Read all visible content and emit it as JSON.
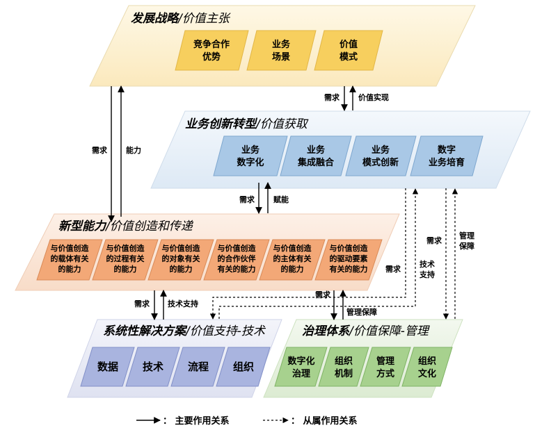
{
  "layers": {
    "strategy": {
      "title_bold": "发展战略",
      "title_rest": "/价值主张",
      "boxes": [
        [
          "竞争合作",
          "优势"
        ],
        [
          "业务",
          "场景"
        ],
        [
          "价值",
          "模式"
        ]
      ]
    },
    "business": {
      "title_bold": "业务创新转型",
      "title_rest": "/价值获取",
      "boxes": [
        [
          "业务",
          "数字化"
        ],
        [
          "业务",
          "集成融合"
        ],
        [
          "业务",
          "模式创新"
        ],
        [
          "数字",
          "业务培育"
        ]
      ]
    },
    "capability": {
      "title_bold": "新型能力",
      "title_rest": "/价值创造和传递",
      "boxes": [
        [
          "与价值创造",
          "的载体有关",
          "的能力"
        ],
        [
          "与价值创造",
          "的过程有关",
          "的能力"
        ],
        [
          "与价值创造",
          "的对象有关",
          "的能力"
        ],
        [
          "与价值创造",
          "的合作伙伴",
          "有关的能力"
        ],
        [
          "与价值创造",
          "的主体有关",
          "的能力"
        ],
        [
          "与价值创造",
          "的驱动要素",
          "有关的能力"
        ]
      ]
    },
    "solution": {
      "title_bold": "系统性解决方案",
      "title_rest": "/价值支持-技术",
      "boxes": [
        "数据",
        "技术",
        "流程",
        "组织"
      ]
    },
    "governance": {
      "title_bold": "治理体系",
      "title_rest": "/价值保障-管理",
      "boxes": [
        [
          "数字化",
          "治理"
        ],
        [
          "组织",
          "机制"
        ],
        [
          "管理",
          "方式"
        ],
        [
          "组织",
          "文化"
        ]
      ]
    }
  },
  "arrow_labels": {
    "strategy_business_need": "需求",
    "strategy_business_value": "价值实现",
    "left_need": "需求",
    "left_ability": "能力",
    "business_capability_need": "需求",
    "business_capability_enable": "赋能",
    "capability_solution_need": "需求",
    "capability_solution_tech": "技术支持",
    "capability_governance_need": "需求",
    "capability_governance_mgmt": "管理保障",
    "right_need_1": "需求",
    "right_tech": [
      "技术",
      "支持"
    ],
    "right_need_2": "需求",
    "right_mgmt": [
      "管理",
      "保障"
    ]
  },
  "legend": {
    "main": "：  主要作用关系",
    "sub": "：  从属作用关系"
  },
  "colors": {
    "strategy_bg": "#fdf3d6",
    "strategy_box": "#f7cf5e",
    "business_bg": "#e8f0f8",
    "business_box": "#a9c8e6",
    "capability_bg": "#fbe6d8",
    "capability_box": "#f3a877",
    "solution_bg": "#e9ebf5",
    "solution_box": "#a9b4df",
    "governance_bg": "#eaf3e4",
    "governance_box": "#a7d18e"
  }
}
